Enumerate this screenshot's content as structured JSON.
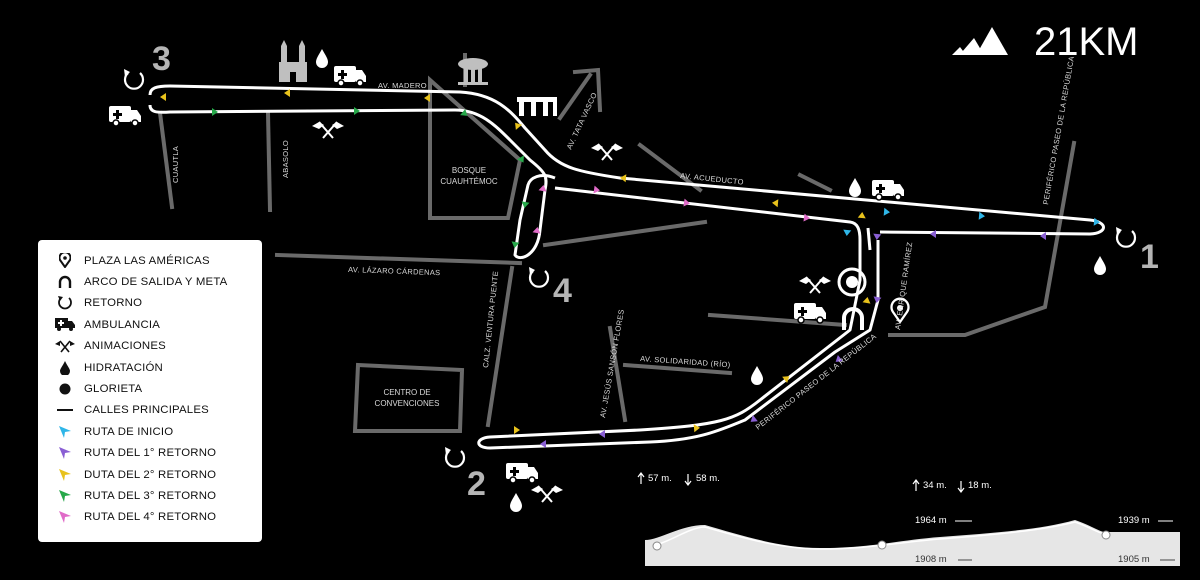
{
  "brand": {
    "distance": "21KM",
    "logo": "adidas-logo"
  },
  "retornos": [
    "1",
    "2",
    "3",
    "4"
  ],
  "streets": {
    "madero": "AV. MADERO",
    "acueducto": "AV. ACUEDUCTO",
    "tata_vasco": "AV. TATA VASCO",
    "lazaro": "AV. LÁZARO CÁRDENAS",
    "cuautla": "CUAUTLA",
    "abasolo": "ABASOLO",
    "ventura": "CALZ. VENTURA PUENTE",
    "sanson": "AV. JESÚS SANSÓN FLORES",
    "solidaridad": "AV. SOLIDARIDAD (RÍO)",
    "periferico_v": "PERIFÉRICO PASEO DE LA REPÚBLICA",
    "periferico_d": "PERIFÉRICO PASEO DE LA REPÚBLICA",
    "ramirez": "AV. ENRIQUE RAMÍREZ"
  },
  "areas": {
    "bosque": [
      "BOSQUE",
      "CUAUHTÉMOC"
    ],
    "centro": [
      "CENTRO DE",
      "CONVENCIONES"
    ]
  },
  "legend": [
    {
      "icon": "pin-icon",
      "label": "PLAZA LAS AMÉRICAS"
    },
    {
      "icon": "arch-icon",
      "label": "ARCO DE SALIDA Y META"
    },
    {
      "icon": "return-icon",
      "label": "RETORNO"
    },
    {
      "icon": "ambulance-icon",
      "label": "AMBULANCIA"
    },
    {
      "icon": "flags-icon",
      "label": "ANIMACIONES"
    },
    {
      "icon": "drop-icon",
      "label": "HIDRATACIÓN"
    },
    {
      "icon": "dot-icon",
      "label": "GLORIETA"
    },
    {
      "icon": "line-icon",
      "label": "CALLES PRINCIPALES"
    },
    {
      "icon": "arrow-icon",
      "label": "RUTA DE INICIO",
      "color": "#2fb6e8"
    },
    {
      "icon": "arrow-icon",
      "label": "RUTA DEL 1° RETORNO",
      "color": "#8a5fd4"
    },
    {
      "icon": "arrow-icon",
      "label": "DUTA DEL 2° RETORNO",
      "color": "#e8c21c"
    },
    {
      "icon": "arrow-icon",
      "label": "RUTA DEL 3° RETORNO",
      "color": "#27a84a"
    },
    {
      "icon": "arrow-icon",
      "label": "RUTA DEL 4° RETORNO",
      "color": "#e06bc8"
    }
  ],
  "elevation": {
    "left_gain": "57 m.",
    "left_loss": "58 m.",
    "right_gain": "34 m.",
    "right_loss": "18 m.",
    "marks": [
      "1964 m",
      "1939 m",
      "1908 m",
      "1905 m"
    ]
  },
  "colors": {
    "inicio": "#2fb6e8",
    "retorno1": "#8a5fd4",
    "retorno2": "#e8c21c",
    "retorno3": "#27a84a",
    "retorno4": "#e06bc8",
    "streets": "#6a6a6a",
    "route": "#ffffff"
  }
}
